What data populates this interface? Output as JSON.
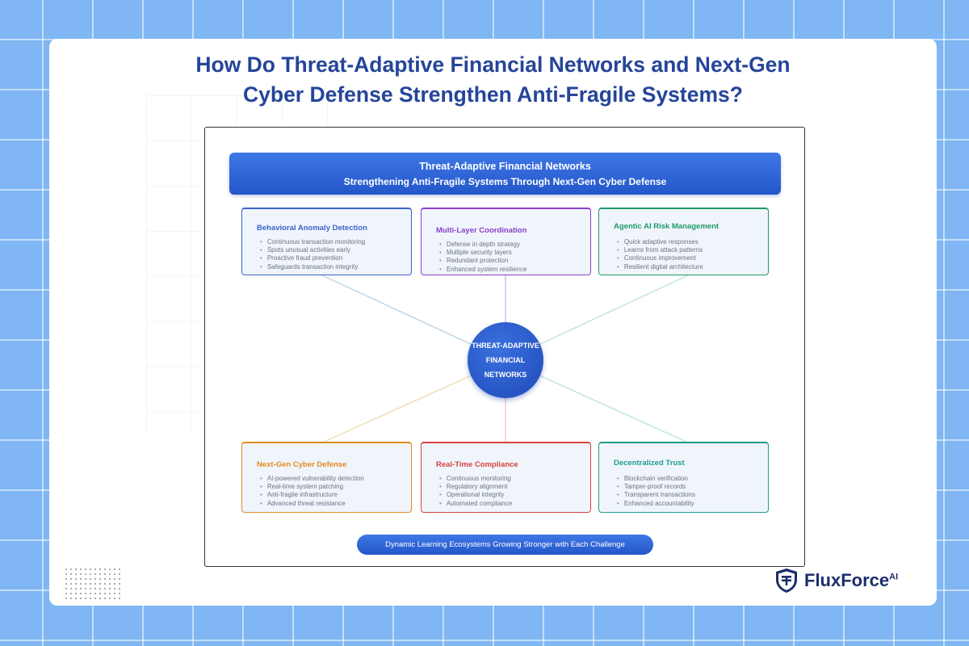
{
  "title": {
    "line1": "How Do Threat-Adaptive Financial Networks and Next-Gen",
    "line2": "Cyber Defense Strengthen Anti-Fragile Systems?"
  },
  "banner": {
    "line1": "Threat-Adaptive Financial Networks",
    "line2": "Strengthening Anti-Fragile Systems Through Next-Gen Cyber Defense"
  },
  "hub": {
    "line1": "THREAT-ADAPTIVE",
    "line2": "FINANCIAL",
    "line3": "NETWORKS"
  },
  "boxes": [
    {
      "title": "Behavioral Anomaly Detection",
      "color": "#3b63c8",
      "items": [
        "Continuous transaction monitoring",
        "Spots unusual activities early",
        "Proactive fraud prevention",
        "Safeguards transaction integrity"
      ]
    },
    {
      "title": "Multi-Layer Coordination",
      "color": "#8a3fc9",
      "items": [
        "Defense in depth strategy",
        "Multiple security layers",
        "Redundant protection",
        "Enhanced system resilience"
      ]
    },
    {
      "title": "Agentic AI Risk Management",
      "color": "#1e9a6a",
      "items": [
        "Quick adaptive responses",
        "Learns from attack patterns",
        "Continuous improvement",
        "Resilient digital architecture"
      ]
    },
    {
      "title": "Next-Gen Cyber Defense",
      "color": "#e58a1f",
      "items": [
        "AI-powered vulnerability detection",
        "Real-time system patching",
        "Anti-fragile infrastructure",
        "Advanced threat resistance"
      ]
    },
    {
      "title": "Real-Time Compliance",
      "color": "#d8413f",
      "items": [
        "Continuous monitoring",
        "Regulatory alignment",
        "Operational integrity",
        "Automated compliance"
      ]
    },
    {
      "title": "Decentralized Trust",
      "color": "#1f9c8c",
      "items": [
        "Blockchain verification",
        "Tamper-proof records",
        "Transparent transactions",
        "Enhanced accountability"
      ]
    }
  ],
  "footer": "Dynamic Learning Ecosystems Growing Stronger with Each Challenge",
  "logo": {
    "name": "FluxForce",
    "suffix": "AI",
    "icon": "shield-icon"
  }
}
